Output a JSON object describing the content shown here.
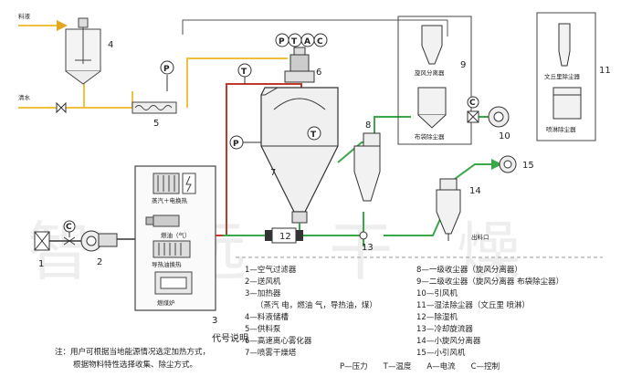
{
  "inputs": {
    "liquid_label": "料液",
    "water_label": "清水"
  },
  "numbers": [
    "1",
    "2",
    "3",
    "4",
    "5",
    "6",
    "7",
    "8",
    "9",
    "10",
    "11",
    "12",
    "13",
    "14",
    "15"
  ],
  "instruments": {
    "pressure": "P",
    "temperature": "T",
    "current": "A",
    "control": "C",
    "top_cluster": [
      "P",
      "T",
      "A",
      "C"
    ]
  },
  "heater_labels": {
    "steam_electric": "蒸汽＋电换热",
    "fuel_oil_gas": "燃油（气）",
    "thermal_oil": "导热油换热",
    "coal_furnace": "燃煤炉"
  },
  "equipment_labels": {
    "cyclone": "旋风分离器",
    "bag_filter": "布袋除尘器",
    "wenqiu_dust": "文丘里除尘器",
    "spray_dust": "喷淋除尘器",
    "discharge": "出料口"
  },
  "legend": {
    "title": "代号说明",
    "left": [
      "1—空气过滤器",
      "2—送风机",
      "3—加热器",
      "（蒸汽 电，燃油 气，导热油，煤）",
      "4—料液储槽",
      "5—供料泵",
      "6—高速离心雾化器",
      "7—喷雾干燥塔"
    ],
    "right": [
      "8—一级收尘器（旋风分离器）",
      "9—二级收尘器（旋风分离器 布袋除尘器）",
      "10—引风机",
      "11—湿法除尘器（文丘里 喷淋）",
      "12—除湿机",
      "13—冷却旋流器",
      "14—小旋风分离器",
      "15—小引风机"
    ],
    "codes": "P—压力　　T—温度　　A—电流　　C—控制"
  },
  "note": {
    "line1": "注：用户可根据当地能源情况选定加热方式，",
    "line2": "根据物料特性选择收集、除尘方式。"
  },
  "watermark": "智远干燥",
  "colors": {
    "hot_air": "#c0392b",
    "feed": "#f0c040",
    "product": "#3aa84a",
    "line": "#333333"
  }
}
